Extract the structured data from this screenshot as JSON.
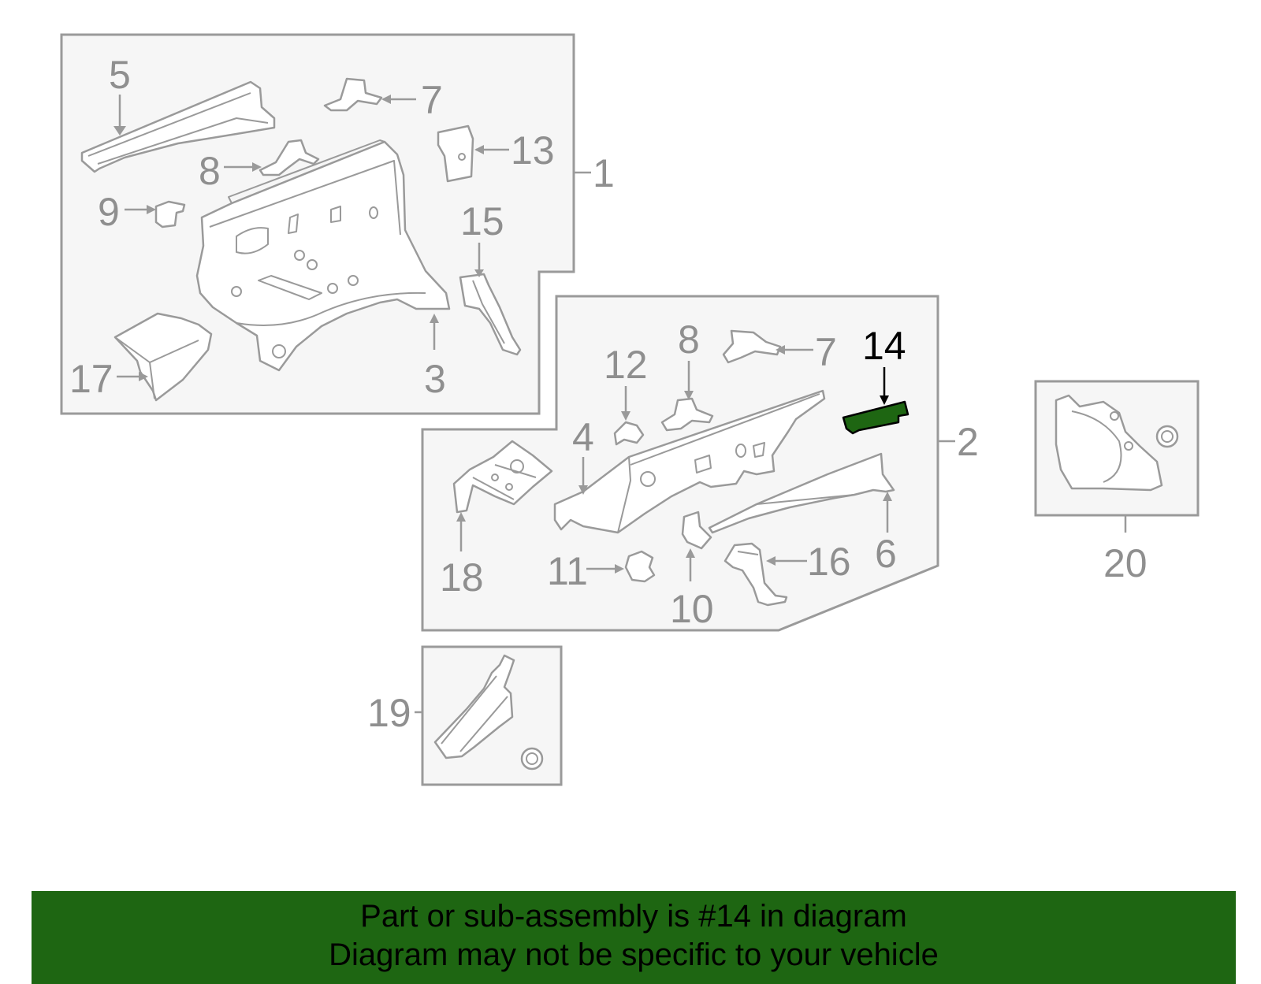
{
  "diagram": {
    "highlighted_part": "14",
    "highlight_color": "#1e6612",
    "line_color": "#9a9a9a",
    "panel_fill": "#f6f6f6",
    "labels": {
      "l1": "1",
      "l2": "2",
      "l3": "3",
      "l4": "4",
      "l5": "5",
      "l6": "6",
      "l7a": "7",
      "l7b": "7",
      "l8a": "8",
      "l8b": "8",
      "l9": "9",
      "l10": "10",
      "l11": "11",
      "l12": "12",
      "l13": "13",
      "l14": "14",
      "l15": "15",
      "l16": "16",
      "l17": "17",
      "l18": "18",
      "l19": "19",
      "l20": "20"
    }
  },
  "banner": {
    "line1": "Part or sub-assembly is #14 in diagram",
    "line2": "Diagram may not be specific to your vehicle",
    "background": "#1e6612"
  }
}
